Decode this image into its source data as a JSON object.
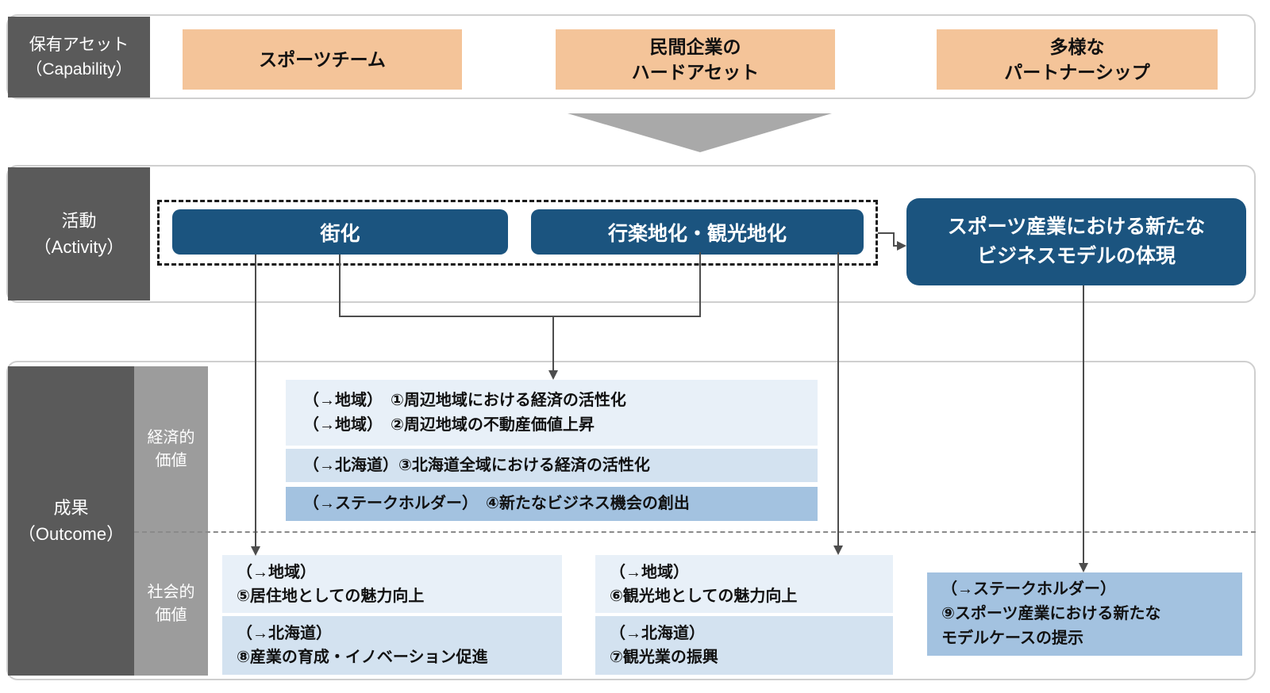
{
  "colors": {
    "label-dark-gray": "#5a5a5a",
    "label-mid-gray": "#9c9c9c",
    "orange": "#f4c499",
    "dark-blue": "#1b547f",
    "blue-lightest": "#e8f0f8",
    "blue-light": "#d3e2f0",
    "blue-medium": "#a3c2e0",
    "connector-gray": "#4d4d4d",
    "triangle-gray": "#a9a9a9",
    "container-border": "#cfcfcf",
    "dashed-border": "#1a1a1a"
  },
  "capability_row": {
    "label": "保有アセット\n（Capability）",
    "items": [
      "スポーツチーム",
      "民間企業の\nハードアセット",
      "多様な\nパートナーシップ"
    ]
  },
  "activity_row": {
    "label": "活動\n（Activity）",
    "activities": [
      "街化",
      "行楽地化・観光地化"
    ],
    "result": "スポーツ産業における新たな\nビジネスモデルの体現"
  },
  "outcome_row": {
    "label": "成果\n（Outcome）",
    "economic_label": "経済的\n価値",
    "social_label": "社会的\n価値",
    "economic_boxes": [
      "（→地域）　①周辺地域における経済の活性化\n（→地域）　②周辺地域の不動産価値上昇",
      "（→北海道）③北海道全域における経済の活性化",
      "（→ステークホルダー）　④新たなビジネス機会の創出"
    ],
    "social_boxes": {
      "residence": "（→地域）\n⑤居住地としての魅力向上",
      "industry": "（→北海道）\n⑧産業の育成・イノベーション促進",
      "tourism_appeal": "（→地域）\n⑥観光地としての魅力向上",
      "tourism_industry": "（→北海道）\n⑦観光業の振興",
      "model_case": "（→ステークホルダー）\n⑨スポーツ産業における新たな\nモデルケースの提示"
    }
  }
}
